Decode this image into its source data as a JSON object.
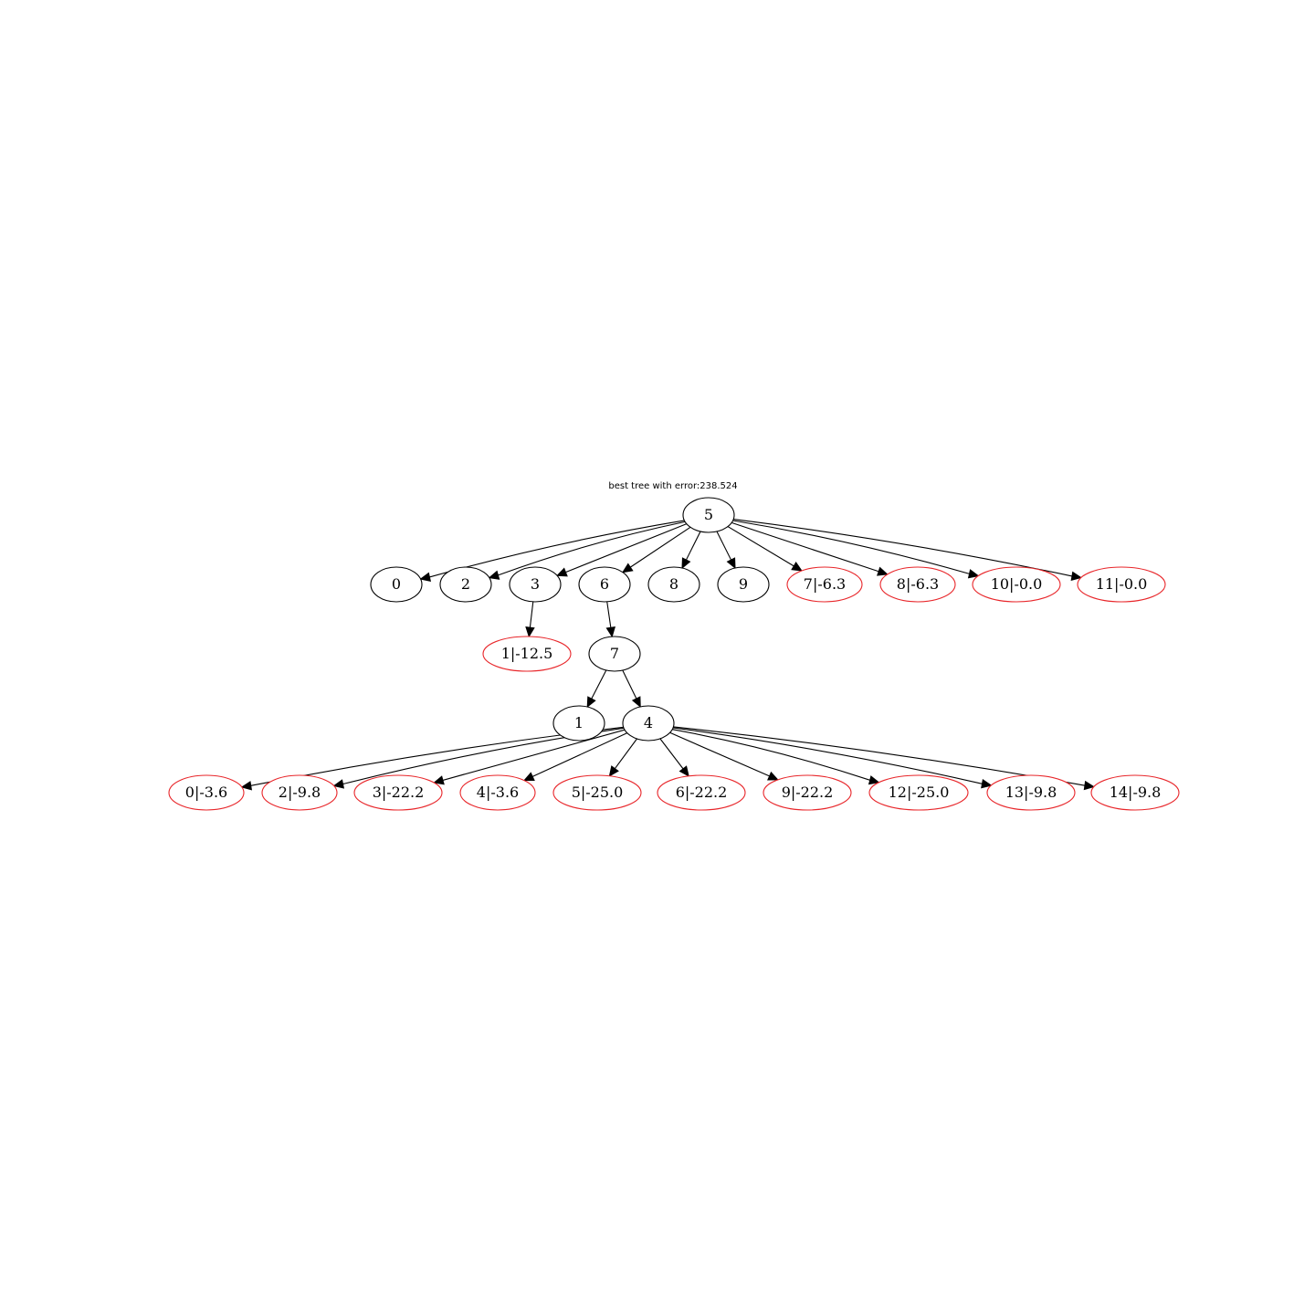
{
  "title": "best tree with error:238.524",
  "colors": {
    "internal_node": "#000000",
    "leaf_node": "#e8262a",
    "edge": "#000000",
    "background": "#ffffff"
  },
  "nodes": [
    {
      "id": "n5",
      "label": "5",
      "kind": "internal"
    },
    {
      "id": "n0",
      "label": "0",
      "kind": "internal"
    },
    {
      "id": "n2",
      "label": "2",
      "kind": "internal"
    },
    {
      "id": "n3",
      "label": "3",
      "kind": "internal"
    },
    {
      "id": "n6",
      "label": "6",
      "kind": "internal"
    },
    {
      "id": "n8",
      "label": "8",
      "kind": "internal"
    },
    {
      "id": "n9",
      "label": "9",
      "kind": "internal"
    },
    {
      "id": "l7",
      "label": "7|-6.3",
      "kind": "leaf"
    },
    {
      "id": "l8",
      "label": "8|-6.3",
      "kind": "leaf"
    },
    {
      "id": "l10",
      "label": "10|-0.0",
      "kind": "leaf"
    },
    {
      "id": "l11",
      "label": "11|-0.0",
      "kind": "leaf"
    },
    {
      "id": "l1",
      "label": "1|-12.5",
      "kind": "leaf"
    },
    {
      "id": "n7",
      "label": "7",
      "kind": "internal"
    },
    {
      "id": "n1",
      "label": "1",
      "kind": "internal"
    },
    {
      "id": "n4",
      "label": "4",
      "kind": "internal"
    },
    {
      "id": "m0",
      "label": "0|-3.6",
      "kind": "leaf"
    },
    {
      "id": "m2",
      "label": "2|-9.8",
      "kind": "leaf"
    },
    {
      "id": "m3",
      "label": "3|-22.2",
      "kind": "leaf"
    },
    {
      "id": "m4",
      "label": "4|-3.6",
      "kind": "leaf"
    },
    {
      "id": "m5",
      "label": "5|-25.0",
      "kind": "leaf"
    },
    {
      "id": "m6",
      "label": "6|-22.2",
      "kind": "leaf"
    },
    {
      "id": "m9",
      "label": "9|-22.2",
      "kind": "leaf"
    },
    {
      "id": "m12",
      "label": "12|-25.0",
      "kind": "leaf"
    },
    {
      "id": "m13",
      "label": "13|-9.8",
      "kind": "leaf"
    },
    {
      "id": "m14",
      "label": "14|-9.8",
      "kind": "leaf"
    }
  ],
  "edges": [
    [
      "n5",
      "n0"
    ],
    [
      "n5",
      "n2"
    ],
    [
      "n5",
      "n3"
    ],
    [
      "n5",
      "n6"
    ],
    [
      "n5",
      "n8"
    ],
    [
      "n5",
      "n9"
    ],
    [
      "n5",
      "l7"
    ],
    [
      "n5",
      "l8"
    ],
    [
      "n5",
      "l10"
    ],
    [
      "n5",
      "l11"
    ],
    [
      "n3",
      "l1"
    ],
    [
      "n6",
      "n7"
    ],
    [
      "n7",
      "n1"
    ],
    [
      "n7",
      "n4"
    ],
    [
      "n4",
      "m0"
    ],
    [
      "n4",
      "m2"
    ],
    [
      "n4",
      "m3"
    ],
    [
      "n4",
      "m4"
    ],
    [
      "n4",
      "m5"
    ],
    [
      "n4",
      "m6"
    ],
    [
      "n4",
      "m9"
    ],
    [
      "n4",
      "m12"
    ],
    [
      "n4",
      "m13"
    ],
    [
      "n4",
      "m14"
    ]
  ]
}
